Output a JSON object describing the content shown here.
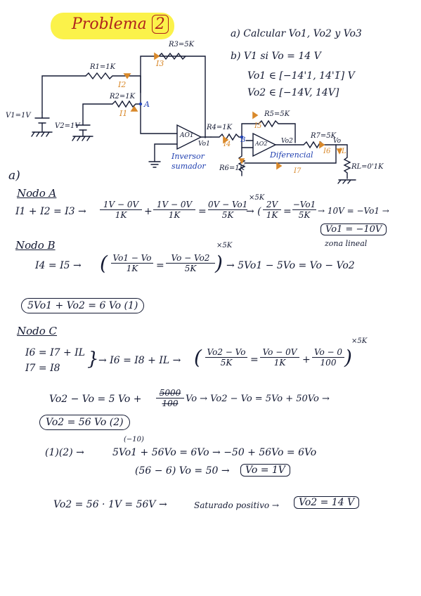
{
  "title": "Problema",
  "title_number": "2",
  "questions": {
    "a": "a) Calcular   Vo1, Vo2 y Vo3",
    "b": "b) V1  si  Vo = 14 V",
    "range1": "Vo1 ∈ [−14'1, 14'1̅] V",
    "range2": "Vo2 ∈ [−14V, 14V]"
  },
  "circuit": {
    "r3": "R3=5K",
    "r1": "R1=1K",
    "r2": "R2=1K",
    "node_a": "A",
    "i3": "I3",
    "i2": "I2",
    "i1": "I1",
    "v1": "V1=1V",
    "v2": "V2=1V",
    "ao1": "AO1",
    "vo1": "Vo1",
    "inversor": "Inversor",
    "sumador": "sumador",
    "r5": "R5=5K",
    "i5": "I5",
    "r4": "R4=1K",
    "node_b": "B",
    "i4": "I4",
    "ao2": "AO2",
    "vo2": "Vo2",
    "r7": "R7=5K",
    "vo": "Vo",
    "i6": "I6",
    "il": "IL",
    "diferencial": "Diferencial",
    "r6": "R6=1K",
    "i7": "I7",
    "rl": "RL=0'1K"
  },
  "solution": {
    "part_a": "a)",
    "nodo_a": "Nodo A",
    "eq_a1": "I1 + I2 = I3  →",
    "eq_a1_f1_num": "1V − 0V",
    "eq_a1_f1_den": "1K",
    "eq_a1_f2_num": "1V − 0V",
    "eq_a1_f2_den": "1K",
    "eq_a1_f3_num": "0V − Vo1",
    "eq_a1_f3_den": "5K",
    "eq_a1_mult": "×5K",
    "eq_a1_f4_num": "2V",
    "eq_a1_f4_den": "1K",
    "eq_a1_f5_num": "−Vo1",
    "eq_a1_f5_den": "5K",
    "eq_a1_result": "→  10V = −Vo1  →",
    "eq_a1_box": "Vo1 = −10V",
    "eq_a1_note": "zona lineal",
    "nodo_b": "Nodo B",
    "eq_b1": "I4 = I5  →",
    "eq_b1_f1_num": "Vo1 − Vo",
    "eq_b1_f1_den": "1K",
    "eq_b1_f2_num": "Vo − Vo2",
    "eq_b1_f2_den": "5K",
    "eq_b1_mult": "×5K",
    "eq_b1_result": "→  5Vo1 − 5Vo = Vo − Vo2",
    "eq_b_box": "5Vo1 + Vo2 = 6 Vo (1)",
    "nodo_c": "Nodo C",
    "eq_c1": "I6 = I7 + IL",
    "eq_c2": "I7 = I8",
    "eq_c3": "→  I6 = I8 + IL  →",
    "eq_c_f1_num": "Vo2 − Vo",
    "eq_c_f1_den": "5K",
    "eq_c_f2_num": "Vo − 0V",
    "eq_c_f2_den": "1K",
    "eq_c_f3_num": "Vo − 0",
    "eq_c_f3_den": "100",
    "eq_c_mult": "×5K",
    "eq_c4_a": "Vo2 − Vo  =  5 Vo  +",
    "eq_c4_b": "5000",
    "eq_c4_c": "100",
    "eq_c4_d": "Vo  →  Vo2 − Vo = 5Vo + 50Vo  →",
    "eq_c_box": "Vo2 = 56 Vo (2)",
    "eq_d1_a": "(1)(2) →",
    "eq_d1_sup": "(−10)",
    "eq_d1_b": "5Vo1 + 56Vo = 6Vo  →   −50 + 56Vo = 6Vo",
    "eq_d2_a": "(56 − 6) Vo = 50  →",
    "eq_d2_box": "Vo = 1V",
    "eq_d3_a": "Vo2 = 56 · 1V = 56V →",
    "eq_d3_b": "Saturado  positivo →",
    "eq_d3_box": "Vo2 = 14 V"
  }
}
